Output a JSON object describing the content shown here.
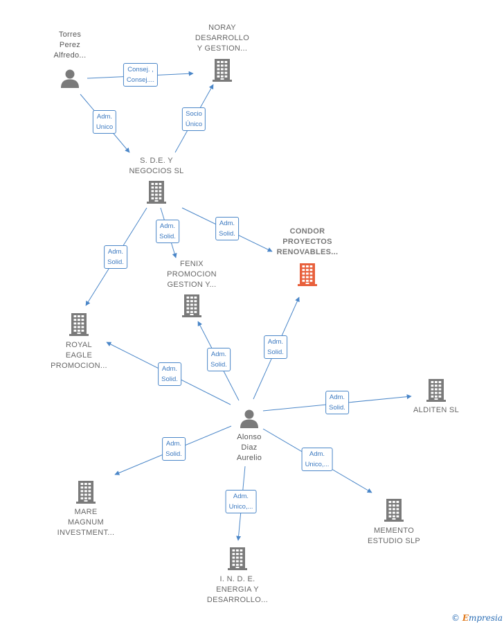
{
  "diagram": {
    "colors": {
      "edge": "#4a86c8",
      "company_icon": "#7a7a7a",
      "focus_icon": "#e8603c",
      "person_icon": "#7a7a7a",
      "badge_text": "#3a78c0"
    },
    "nodes": [
      {
        "id": "torres",
        "kind": "person",
        "icon": "person-icon",
        "label": [
          "Torres",
          "Perez",
          "Alfredo..."
        ]
      },
      {
        "id": "noray",
        "kind": "company",
        "icon": "building-icon",
        "label": [
          "NORAY",
          "DESARROLLO",
          "Y GESTION..."
        ]
      },
      {
        "id": "sde",
        "kind": "company",
        "icon": "building-icon",
        "label": [
          "S. D.E. Y",
          "NEGOCIOS SL"
        ]
      },
      {
        "id": "condor",
        "kind": "focus",
        "icon": "building-icon",
        "label": [
          "CONDOR",
          "PROYECTOS",
          "RENOVABLES..."
        ]
      },
      {
        "id": "fenix",
        "kind": "company",
        "icon": "building-icon",
        "label": [
          "FENIX",
          "PROMOCION",
          "GESTION Y..."
        ]
      },
      {
        "id": "royal",
        "kind": "company",
        "icon": "building-icon",
        "label": [
          "ROYAL",
          "EAGLE",
          "PROMOCION..."
        ]
      },
      {
        "id": "alonso",
        "kind": "person",
        "icon": "person-icon",
        "label": [
          "Alonso",
          "Diaz",
          "Aurelio"
        ]
      },
      {
        "id": "alditen",
        "kind": "company",
        "icon": "building-icon",
        "label": [
          "ALDITEN SL"
        ]
      },
      {
        "id": "mare",
        "kind": "company",
        "icon": "building-icon",
        "label": [
          "MARE",
          "MAGNUM",
          "INVESTMENT..."
        ]
      },
      {
        "id": "memento",
        "kind": "company",
        "icon": "building-icon",
        "label": [
          "MEMENTO",
          "ESTUDIO  SLP"
        ]
      },
      {
        "id": "inde",
        "kind": "company",
        "icon": "building-icon",
        "label": [
          "I.  N. D. E.",
          "ENERGIA Y",
          "DESARROLLO..."
        ]
      }
    ],
    "edges": [
      {
        "id": "e1",
        "from": "torres",
        "to": "noray",
        "label": [
          "Consej. ,",
          "Consej...."
        ]
      },
      {
        "id": "e2",
        "from": "torres",
        "to": "sde",
        "label": [
          "Adm.",
          "Unico"
        ]
      },
      {
        "id": "e3",
        "from": "sde",
        "to": "noray",
        "label": [
          "Socio",
          "Único"
        ]
      },
      {
        "id": "e4",
        "from": "sde",
        "to": "royal",
        "label": [
          "Adm.",
          "Solid."
        ]
      },
      {
        "id": "e5",
        "from": "sde",
        "to": "fenix",
        "label": [
          "Adm.",
          "Solid."
        ]
      },
      {
        "id": "e6",
        "from": "sde",
        "to": "condor",
        "label": [
          "Adm.",
          "Solid."
        ]
      },
      {
        "id": "e7",
        "from": "alonso",
        "to": "royal",
        "label": [
          "Adm.",
          "Solid."
        ]
      },
      {
        "id": "e8",
        "from": "alonso",
        "to": "fenix",
        "label": [
          "Adm.",
          "Solid."
        ]
      },
      {
        "id": "e9",
        "from": "alonso",
        "to": "condor",
        "label": [
          "Adm.",
          "Solid."
        ]
      },
      {
        "id": "e10",
        "from": "alonso",
        "to": "alditen",
        "label": [
          "Adm.",
          "Solid."
        ]
      },
      {
        "id": "e11",
        "from": "alonso",
        "to": "mare",
        "label": [
          "Adm.",
          "Solid."
        ]
      },
      {
        "id": "e12",
        "from": "alonso",
        "to": "memento",
        "label": [
          "Adm.",
          "Unico,..."
        ]
      },
      {
        "id": "e13",
        "from": "alonso",
        "to": "inde",
        "label": [
          "Adm.",
          "Unico,..."
        ]
      }
    ]
  },
  "brand": {
    "copyright": "©",
    "initial": "E",
    "rest": "mpresia"
  }
}
